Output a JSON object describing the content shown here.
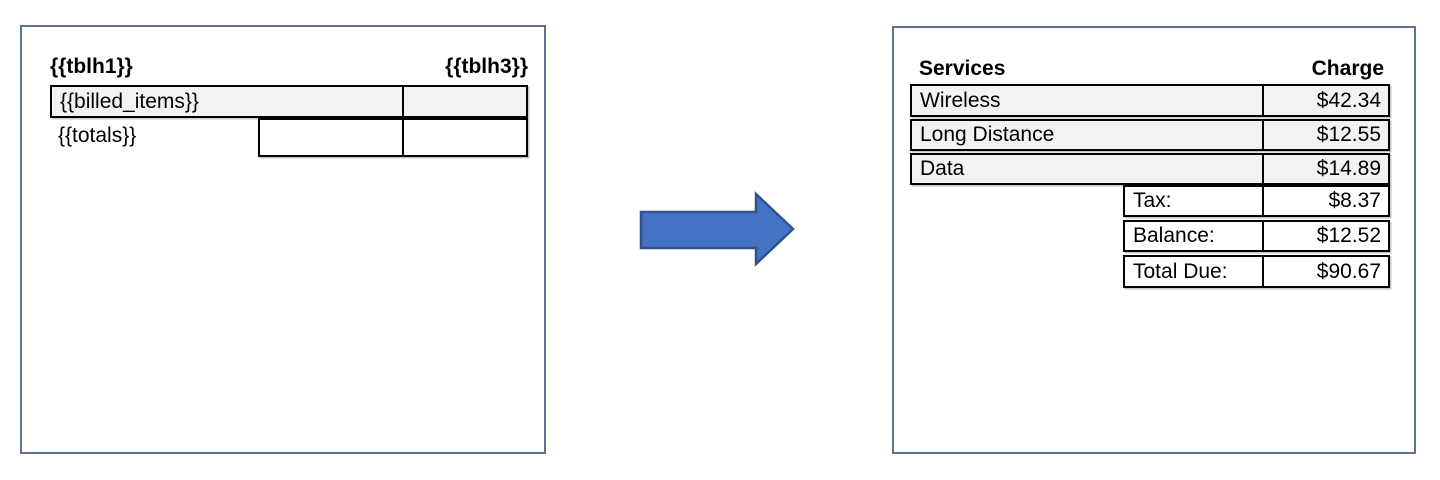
{
  "left_panel": {
    "header": {
      "col1": "{{tblh1}}",
      "col3": "{{tblh3}}"
    },
    "body_row": {
      "label": "{{billed_items}}",
      "value": ""
    },
    "totals_label": "{{totals}}"
  },
  "arrow": {
    "meaning": "transform-template-to-result",
    "fill": "#4472c4",
    "stroke": "#2f528f"
  },
  "right_panel": {
    "header": {
      "col1": "Services",
      "col3": "Charge"
    },
    "service_rows": [
      {
        "label": "Wireless",
        "value": "$42.34"
      },
      {
        "label": "Long Distance",
        "value": "$12.55"
      },
      {
        "label": "Data",
        "value": "$14.89"
      }
    ],
    "total_rows": [
      {
        "label": "Tax:",
        "value": "$8.37"
      },
      {
        "label": "Balance:",
        "value": "$12.52"
      },
      {
        "label": "Total Due:",
        "value": "$90.67"
      }
    ]
  },
  "colors": {
    "panel_border": "#5d7294",
    "row_shading": "#f2f2f2",
    "cell_border": "#000000"
  }
}
